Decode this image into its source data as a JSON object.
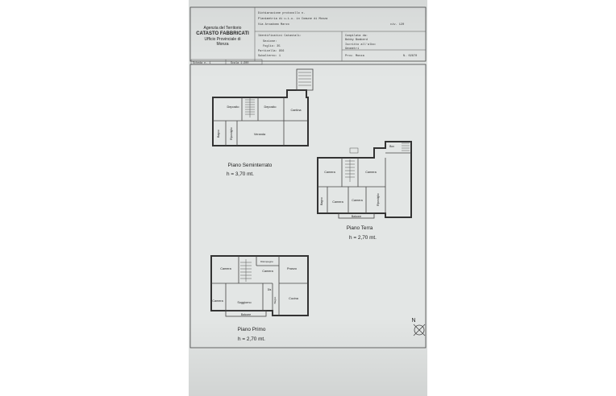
{
  "header": {
    "office": [
      "Agenzia del Territorio",
      "CATASTO FABBRICATI",
      "Ufficio Provinciale di",
      "Monza"
    ],
    "doc_line1": "Dichiarazione protocollo n.",
    "doc_line2": "Planimetria di u.i.u. in Comune di Monza",
    "doc_line3": "Via Arcadomo Marzo",
    "civ": "civ. 120",
    "id_title": "Identificativi Catastali:",
    "sezione": "Sezione:",
    "foglio": "Foglio: 35",
    "particella": "Particella: 956",
    "subalterno": "Subalterno: 1",
    "compilata_title": "Compilata da:",
    "compilata_name": "Bobby Bomberd",
    "iscritto": "Iscritto all'albo:",
    "albo": "Geometri",
    "prov": "Prov. Monza",
    "num": "N. 02870",
    "scheda": "Scheda n. 1",
    "scala": "Scala 1:200"
  },
  "floors": {
    "seminterrato": {
      "name": "Piano Seminterrato",
      "height": "h = 3,70 mt."
    },
    "terra": {
      "name": "Piano Terra",
      "height": "h = 2,70 mt."
    },
    "primo": {
      "name": "Piano Primo",
      "height": "h = 2,70 mt."
    }
  },
  "rooms": {
    "deposito1": "Deposito",
    "deposito2": "Deposito",
    "cantina": "Cantina",
    "bagno_s": "Bagno",
    "ripostiglio_s": "Ripostiglio",
    "veranda": "Veranda",
    "box": "Box",
    "camera_t1": "Camera",
    "camera_t2": "Camera",
    "camera_t3": "Camera",
    "camera_t4": "Camera",
    "bagno_t": "Bagno",
    "ripostiglio_t": "Ripostiglio",
    "balcone_t": "Balcone",
    "camera_p1": "Camera",
    "camera_p2": "Camera",
    "camera_p3": "Camera",
    "disimpegno": "Disimpegno",
    "pranzo": "Pranzo",
    "soggiorno": "Soggiorno",
    "cucina": "Cucina",
    "dis": "Dis",
    "bagno_p": "Bagno",
    "balcone_p": "Balcone"
  },
  "north": "N"
}
